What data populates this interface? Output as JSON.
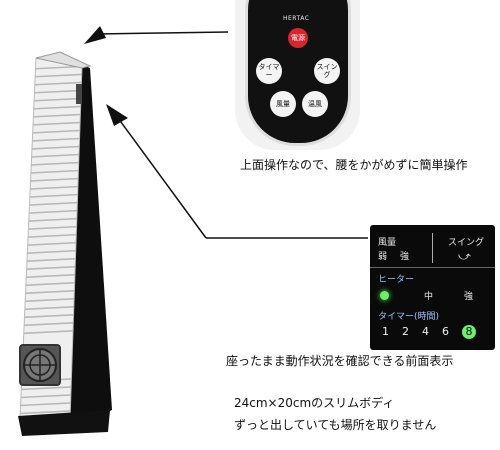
{
  "remote": {
    "brand": "HERTAC",
    "buttons": {
      "power": "電源",
      "timer": "タイマー",
      "swing": "スイング",
      "airflow": "風量",
      "heat": "温風"
    }
  },
  "display": {
    "airflow_label": "風量",
    "weak": "弱",
    "strong": "強",
    "swing_label": "スイング",
    "heater_label": "ヒーター",
    "medium": "中",
    "heater_strong": "強",
    "timer_label": "タイマー(時間)",
    "timer_values": [
      "1",
      "2",
      "4",
      "6",
      "8"
    ]
  },
  "captions": {
    "top_operation": "上面操作なので、腰をかがめずに簡単操作",
    "front_display": "座ったまま動作状況を確認できる前面表示",
    "dimensions": "24cm×20cmのスリムボディ",
    "placement": "ずっと出していても場所を取りません"
  }
}
